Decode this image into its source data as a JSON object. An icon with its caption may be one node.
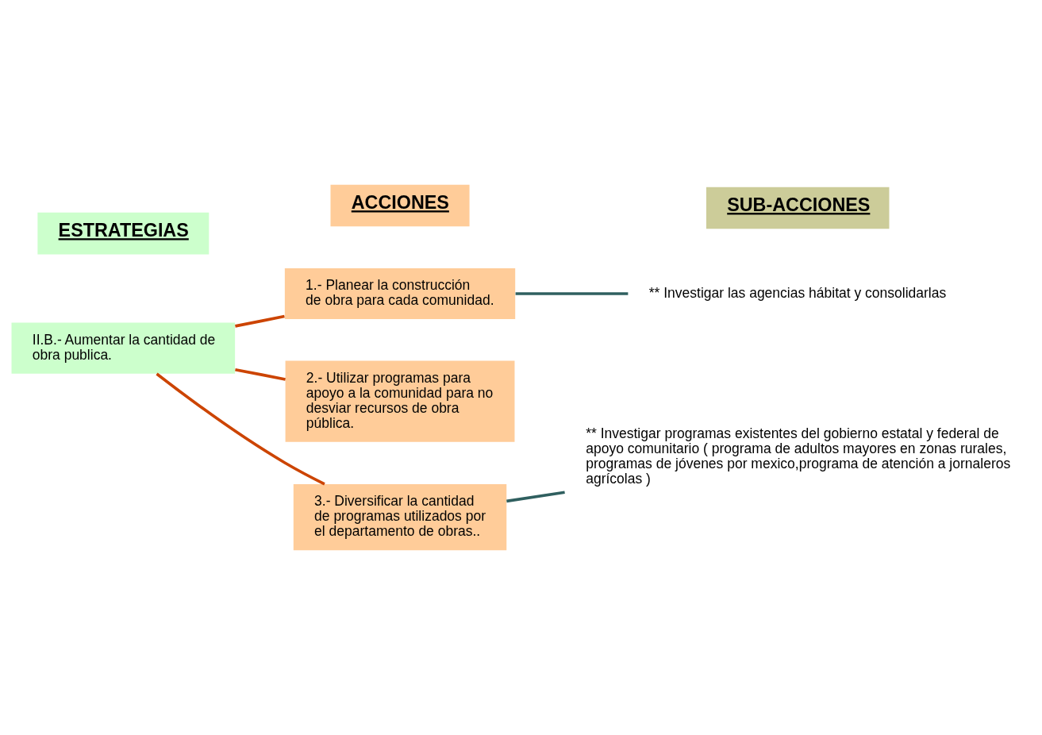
{
  "diagram": {
    "nodes": [
      {
        "text": [
          "ESTRATEGIAS"
        ]
      },
      {
        "text": [
          "ACCIONES"
        ]
      },
      {
        "text": [
          "SUB-ACCIONES"
        ]
      },
      {
        "text": [
          "II.B.- Aumentar la cantidad de obra publica."
        ]
      },
      {
        "text": [
          "1.- Planear la construcción de obra para cada comunidad."
        ]
      },
      {
        "text": [
          "2.- Utilizar programas para apoyo a la comunidad para no desviar recursos de obra pública."
        ]
      },
      {
        "text": [
          "3.- Diversificar la cantidad de programas utilizados por el departamento de obras.."
        ]
      },
      {
        "text": [
          "** Investigar las agencias hábitat y consolidarlas"
        ]
      },
      {
        "text": [
          "** Investigar programas existentes del gobierno estatal y federal de apoyo comunitario ( programa de adultos mayores en zonas rurales, programas de jóvenes por mexico,programa de atención a jornaleros agrícolas )"
        ]
      }
    ],
    "edges": [
      {
        "from": 3,
        "to": 4,
        "arrow": "none"
      },
      {
        "from": 3,
        "to": 5,
        "arrow": "none"
      },
      {
        "from": 3,
        "to": 6,
        "arrow": "none"
      },
      {
        "from": 4,
        "to": 7,
        "arrow": "none",
        "color": "#2f5f5f"
      },
      {
        "from": 6,
        "to": 8,
        "arrow": "none",
        "color": "#2f5f5f"
      }
    ]
  }
}
